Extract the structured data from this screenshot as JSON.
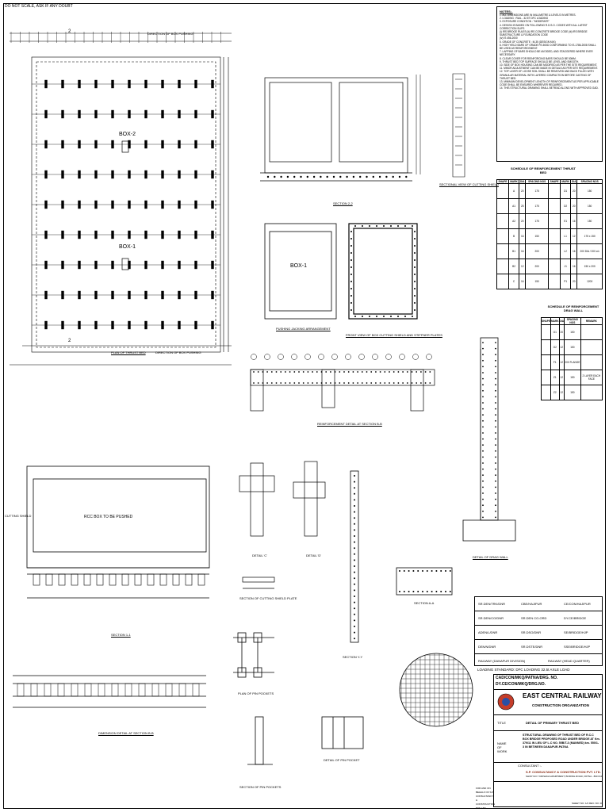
{
  "header": {
    "scale_note": "DO NOT SCALE, ASK IF ANY DOUBT"
  },
  "plan": {
    "top_direction": "DIRECTION OF BOX PUSHING",
    "bottom_direction": "DIRECTION OF BOX PUSHING",
    "title": "PLAN OF THRUST BED",
    "box2": "BOX-2",
    "box1": "BOX-1",
    "section_mark": "2"
  },
  "sections": {
    "section22": "SECTION 2-2",
    "sectional_view": "SECTIONAL VIEW OF CUTTING SHIELD",
    "box1_label": "BOX-1",
    "pushing": "PUSHING JACKING ARRANGEMENT",
    "front_view": "FRONT VIEW OF BOX CUTTING SHIELD AND STIFFNER PLATES",
    "reinforcement_bb": "REINFORCEMENT DETAIL AT SECTION B-B",
    "rcc_box": "RCC BOX TO BE PUSHED",
    "cutting_shield": "CUTTING SHIELD",
    "section11": "SECTION 1-1",
    "dimension_bb": "DIMENSION DETAIL AT SECTION B-B",
    "section_cutting": "SECTION OF CUTTING SHIELD PLATE",
    "detail_c": "DETAIL 'C'",
    "detail_d": "DETAIL 'D'",
    "plan_pin": "PLAN OF PIN POCKETS",
    "section_pin": "SECTION OF PIN POCKETS",
    "detail_pin": "DETAIL OF PIN POCKET",
    "section_yy": "SECTION Y-Y",
    "section_aa": "SECTION A-A",
    "drag_wall": "DETAIL OF DRAG WALL"
  },
  "notes": {
    "title": "NOTES:-",
    "items": [
      "1. ALL DIMENSIONS ARE IN MILLIMETRE & LEVELS IN METRES.",
      "2. LOADING : RAIL - 32.5T DFC LOADING",
      "3. EXPOSURE CONDITION : \"MODERATE\"",
      "4. DESIGN IS BASED ON FOLLOWING R.D.S.O. CODES WITH ALL LATEST CORRECTION SLIPS",
      "   (i) IRS BRIDGE RULES  (ii) IRS CONCRETE BRIDGE CODE  (iii) IRS BRIDGE SUBSTRUCTURE & FOUNDATION CODE",
      "   (iv) IS 456-2000",
      "5. GRADE OF CONCRETE :  M-35 (DESIGN MIX)",
      "6. HIGH YIELD BARS OF GRADE FE-500D CONFORMING TO IS-1786-2008 SHALL BE USED AS REINFORCEMENT.",
      "7. LAPPING OF BARS SHOULD BE AVOIDED, AND STAGGERED WHERE EVER NECESSARY.",
      "8. CLEAR COVER FOR REINFORCING BARS SHOULD BE 50MM.",
      "9. THRUST BED TOP SURFACE SHOULD BE LEVEL AND SMOOTH.",
      "10. SIDE OF BOX HOUSING CAN BE MODIFIED AS PER THE SITE REQUIREMENT.",
      "11. MINOR ADJUSTMENT CAN BE MADE IN DETAILS AS PER SITE REQUIREMENT.",
      "12. TOP LAYER OF LOOSE SOIL SHALL BE REMOVED AND BACK FILLED WITH GRANULAR MATERIAL WITH LAYERED COMPACTION BEFORE CASTING OF THRUST BED.",
      "13. MINIMUM DEVELOPMENT LENGTH OF REINFORCEMENT AS PER APPLICABLE CODE SHALL BE ENSURED WHEREVER REQUIRED.",
      "14. THIS STRUCTURAL DRAWING SHALL BE READ ALONG WITH APPROVED GAD."
    ]
  },
  "schedule_thrust": {
    "title": "SCHEDULE OF REINFORCEMENT THRUST BED",
    "headers": [
      "SHAPE",
      "MARK",
      "DIA",
      "SPACING NOS",
      "SHAPE",
      "MARK",
      "DIA",
      "SPACING NOS"
    ],
    "rows": [
      [
        "",
        "A",
        "20",
        "175",
        "",
        "D1",
        "20",
        "150"
      ],
      [
        "",
        "A1",
        "25",
        "175",
        "",
        "D2",
        "20",
        "150"
      ],
      [
        "",
        "A2",
        "20",
        "175",
        "",
        "E1",
        "16",
        "150"
      ],
      [
        "",
        "B",
        "16",
        "150",
        "",
        "L1",
        "12",
        "175 x 150"
      ],
      [
        "",
        "B1",
        "16",
        "200",
        "",
        "L2",
        "16",
        "200 DIA / 200 c/c"
      ],
      [
        "",
        "B2",
        "12",
        "200",
        "",
        "J1",
        "16",
        "150 x 200"
      ],
      [
        "",
        "C",
        "16",
        "150",
        "",
        "P1",
        "20",
        "1200"
      ]
    ]
  },
  "schedule_drag": {
    "title": "SCHEDULE OF REINFORCEMENT DRAG WALL",
    "headers": [
      "SHAPE",
      "MARK",
      "DIA",
      "SPACING NOS",
      "REMARK"
    ],
    "rows": [
      [
        "",
        "G1",
        "20",
        "150",
        ""
      ],
      [
        "",
        "G2",
        "12",
        "150",
        ""
      ],
      [
        "",
        "F1",
        "12",
        "200 FLANGE",
        ""
      ],
      [
        "",
        "Z1",
        "12",
        "150",
        "2 LAYER EACH FACE"
      ],
      [
        "",
        "Z2",
        "12",
        "150",
        ""
      ]
    ]
  },
  "title_block": {
    "drawing_no_label": "CAD/CON/MKQ/PATNA/DRG. NO.",
    "drawing_no_value": "DY.CE/CON/MKQ/DRG.NO.",
    "loading": "LOADING STANDARD: DFC LOADING 32.5t AXLE LOAD",
    "railway": "EAST CENTRAL RAILWAY",
    "org": "CONSTRUCTION ORGANIZATION",
    "title_label": "TITLE",
    "title_value": "DETAIL OF PRIMARY THRUST BED",
    "work_label": "NAME OF WORK",
    "work_value": "STRUCTURAL DRAWING OF THRUST BED OF R.C.C BOX BRIDGE PROPOSED ROAD UNDER BRIDGE AT Km. 379/11 IN LIEU OF L.C NO. 55B/T-3 (MANNED) km. 550/1-3 IN BETWEEN DANAPUR-PATNA",
    "consultant_label": "CONSULTANT :-",
    "consultant": "S.P. CONSULTANCY & CONSTRUCTION PVT. LTD.",
    "consultant_addr": "SHOP NO.7 KRISHNA APARTMENT, BORING ROAD, PATNA - 800 013",
    "railway_div": "RAILWAY (DANAPUR DIVISION)",
    "railway_hq": "RAILWAY (HEAD QUARTER)",
    "for_line": "FOR AND ON BEHALF OF S.P. CONSULTANCY & CONSTRUCTION PVT. LTD.",
    "sign_rows": [
      [
        "SR.DEN/TRK/DNR",
        "CBE/HAJIPUR",
        "CE/CON/HAJIPUR"
      ],
      [
        "SR.DEN/CO/DNR",
        "SR.DEN CO-ORD",
        "DY.CE/BRIDGE"
      ],
      [
        "ADEN/L/DNR",
        "SR.DSO/DNR",
        "SE/BRIDGE/HJP"
      ],
      [
        "DEN/N/DNR",
        "SR.DSTE/DNR",
        "SSE/BRIDGE/HJP"
      ]
    ],
    "sheet": "SHEET NO. 1/2   REV. NO. 00"
  }
}
